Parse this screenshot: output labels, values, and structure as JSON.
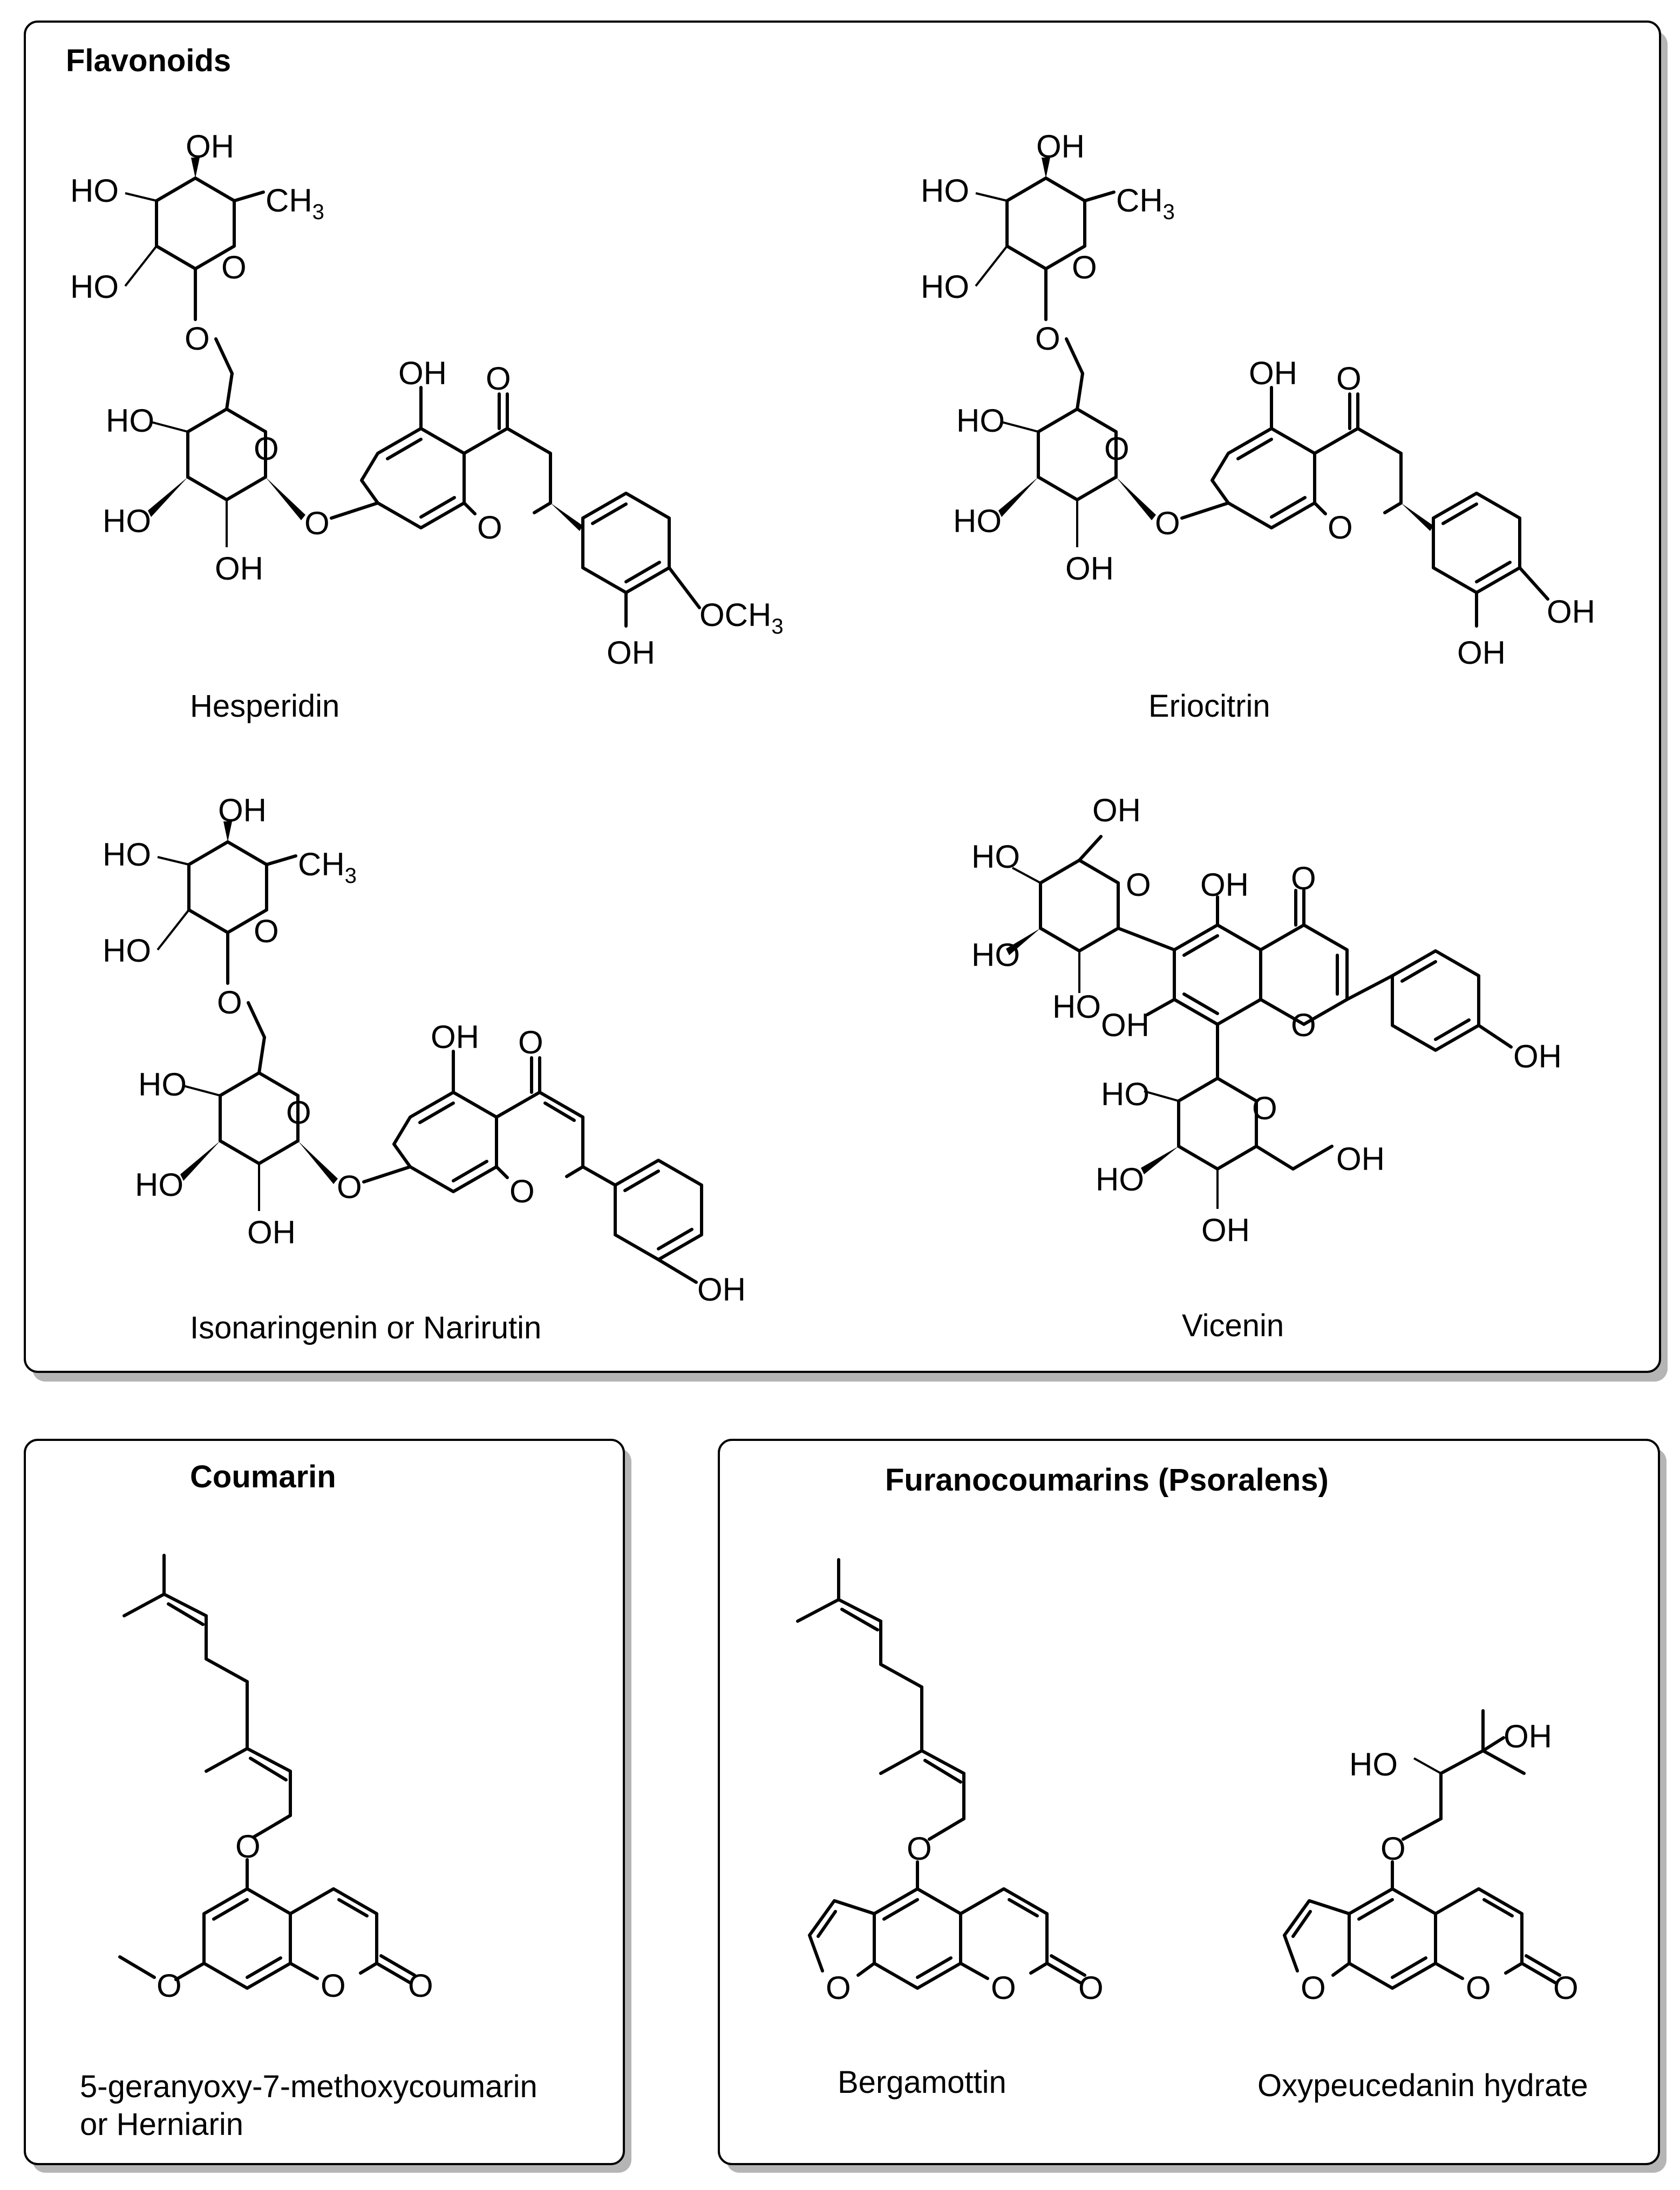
{
  "panels": {
    "flavonoids": {
      "heading": "Flavonoids",
      "compounds": [
        "Hesperidin",
        "Eriocitrin",
        "Isonaringenin or Narirutin",
        "Vicenin"
      ]
    },
    "coumarin": {
      "heading": "Coumarin",
      "compound_line1": "5-geranyoxy-7-methoxycoumarin",
      "compound_line2": "or Herniarin"
    },
    "furanocoumarins": {
      "heading": "Furanocoumarins (Psoralens)",
      "compounds": [
        "Bergamottin",
        "Oxypeucedanin hydrate"
      ]
    }
  },
  "atom_labels": {
    "oh": "OH",
    "ho": "HO",
    "o": "O",
    "ch": "CH",
    "och": "OCH",
    "sub3": "3"
  }
}
